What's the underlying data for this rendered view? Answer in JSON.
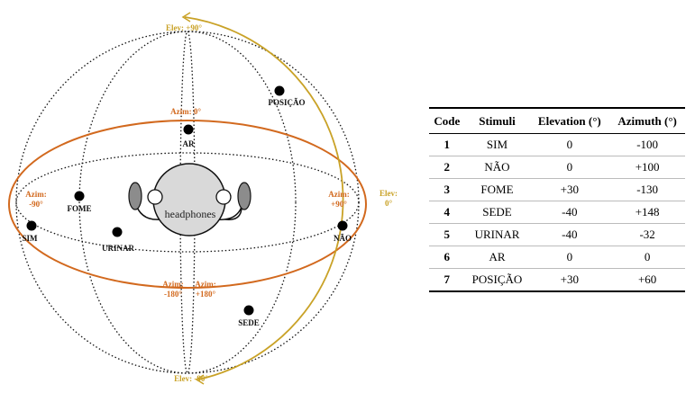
{
  "diagram": {
    "elev_top": "Elev: +90°",
    "elev_bottom": "Elev: -90°",
    "elev_right_1": "Elev:",
    "elev_right_2": "0°",
    "azim_front": "Azim: 0°",
    "azim_left_1": "Azim:",
    "azim_left_2": "-90°",
    "azim_right_1": "Azim:",
    "azim_right_2": "+90°",
    "azim_back_left_1": "Azim:",
    "azim_back_left_2": "-180°",
    "azim_back_right_1": "Azim:",
    "azim_back_right_2": "+180°",
    "head_label": "headphones",
    "colors": {
      "orange": "#d2691e",
      "gold": "#c9a227",
      "head_fill": "#d9d9d9",
      "cup_fill": "#8c8c8c"
    },
    "stimuli": [
      {
        "id": "sim",
        "label": "SIM"
      },
      {
        "id": "nao",
        "label": "NÃO"
      },
      {
        "id": "fome",
        "label": "FOME"
      },
      {
        "id": "sede",
        "label": "SEDE"
      },
      {
        "id": "urinar",
        "label": "URINAR"
      },
      {
        "id": "ar",
        "label": "AR"
      },
      {
        "id": "posicao",
        "label": "POSIÇÃO"
      }
    ]
  },
  "table": {
    "headers": [
      "Code",
      "Stimuli",
      "Elevation (°)",
      "Azimuth (°)"
    ],
    "rows": [
      [
        "1",
        "SIM",
        "0",
        "-100"
      ],
      [
        "2",
        "NÃO",
        "0",
        "+100"
      ],
      [
        "3",
        "FOME",
        "+30",
        "-130"
      ],
      [
        "4",
        "SEDE",
        "-40",
        "+148"
      ],
      [
        "5",
        "URINAR",
        "-40",
        "-32"
      ],
      [
        "6",
        "AR",
        "0",
        "0"
      ],
      [
        "7",
        "POSIÇÃO",
        "+30",
        "+60"
      ]
    ]
  }
}
